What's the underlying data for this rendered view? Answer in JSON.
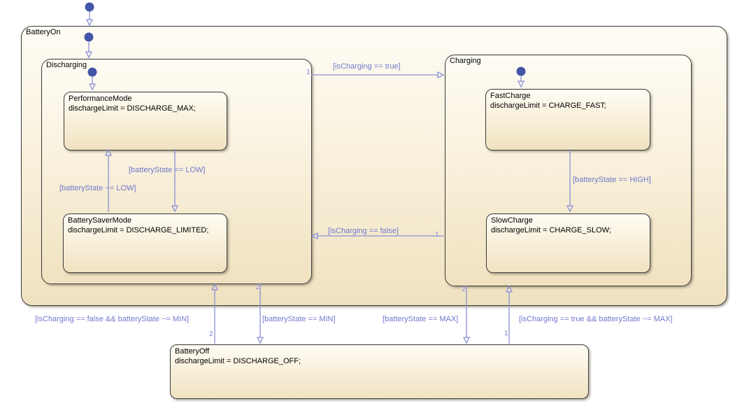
{
  "diagram": {
    "kind": "stateflow-state-chart",
    "colors": {
      "canvas_bg": "#ffffff",
      "state_fill_top": "#fefcf4",
      "state_fill_bottom": "#f0e2c0",
      "state_border": "#3b3b3b",
      "transition_line": "#8a90d6",
      "transition_label": "#7277cd",
      "default_dot": "#4456a8",
      "state_text": "#000000"
    },
    "states": {
      "batteryOn": {
        "name": "BatteryOn"
      },
      "discharging": {
        "name": "Discharging"
      },
      "performanceMode": {
        "name": "PerformanceMode",
        "action": "dischargeLimit = DISCHARGE_MAX;"
      },
      "batterySaverMode": {
        "name": "BatterySaverMode",
        "action": "dischargeLimit = DISCHARGE_LIMITED;"
      },
      "charging": {
        "name": "Charging"
      },
      "fastCharge": {
        "name": "FastCharge",
        "action": "dischargeLimit = CHARGE_FAST;"
      },
      "slowCharge": {
        "name": "SlowCharge",
        "action": "dischargeLimit = CHARGE_SLOW;"
      },
      "batteryOff": {
        "name": "BatteryOff",
        "action": "dischargeLimit = DISCHARGE_OFF;"
      }
    },
    "transitions": {
      "dischargingToCharging": {
        "label": "[isCharging == true]",
        "order": "1"
      },
      "chargingToDischarging": {
        "label": "[isCharging == false]",
        "order": "1"
      },
      "perfToSaver": {
        "label": "[batteryState == LOW]"
      },
      "saverToPerf": {
        "label": "[batteryState ~= LOW]"
      },
      "fastToSlow": {
        "label": "[batteryState == HIGH]"
      },
      "offToDischarging": {
        "label": "[isCharging == false && batteryState ~= MIN]",
        "order": "2"
      },
      "dischargingToOff": {
        "label": "[batteryState == MIN]",
        "order": "2"
      },
      "chargingToOff": {
        "label": "[batteryState == MAX]",
        "order": "2"
      },
      "offToCharging": {
        "label": "[isCharging == true && batteryState ~= MAX]",
        "order": "1"
      }
    }
  }
}
